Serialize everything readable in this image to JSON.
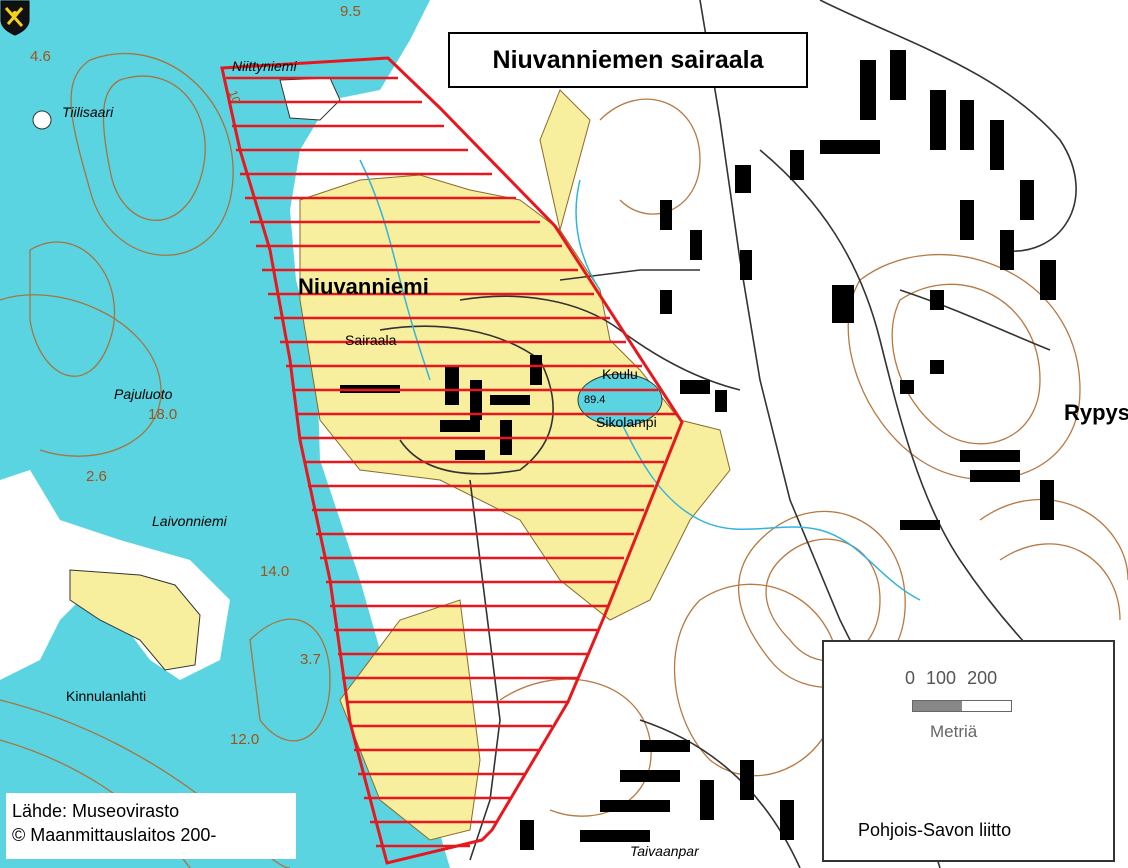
{
  "map": {
    "title": "Niuvanniemen sairaala",
    "colors": {
      "water": "#5ad4e0",
      "land": "#ffffff",
      "fields": "#f7ee9e",
      "contours": "#b06a2e",
      "buildings": "#000000",
      "protected_area": "#e8171e",
      "streams": "#32b4dc"
    },
    "place_labels": {
      "niuvanniemi": "Niuvanniemi",
      "sairaala": "Sairaala",
      "koulu": "Koulu",
      "sikolampi": "Sikolampi",
      "rypys": "Rypys",
      "tiilisaari": "Tiilisaari",
      "pajuluoto": "Pajuluoto",
      "laivonniemi": "Laivonniemi",
      "kinnulanlahti": "Kinnulanlahti",
      "niittyniemi": "Niittyniemi",
      "taivaanpankko": "Taivaanpar",
      "spot_height": "89.4"
    },
    "depth_labels": {
      "d1": "4.6",
      "d2": "9.5",
      "d3": "10",
      "d4": "18.0",
      "d5": "2.6",
      "d6": "14.0",
      "d7": "3.7",
      "d8": "12.0"
    },
    "scale": {
      "tick_0": "0",
      "tick_1": "100",
      "tick_2": "200",
      "unit": "Metriä"
    },
    "organization": "Pohjois-Savon liitto",
    "source_lines": {
      "line1": "Lähde: Museovirasto",
      "line2": "© Maanmittauslaitos 200-"
    }
  }
}
